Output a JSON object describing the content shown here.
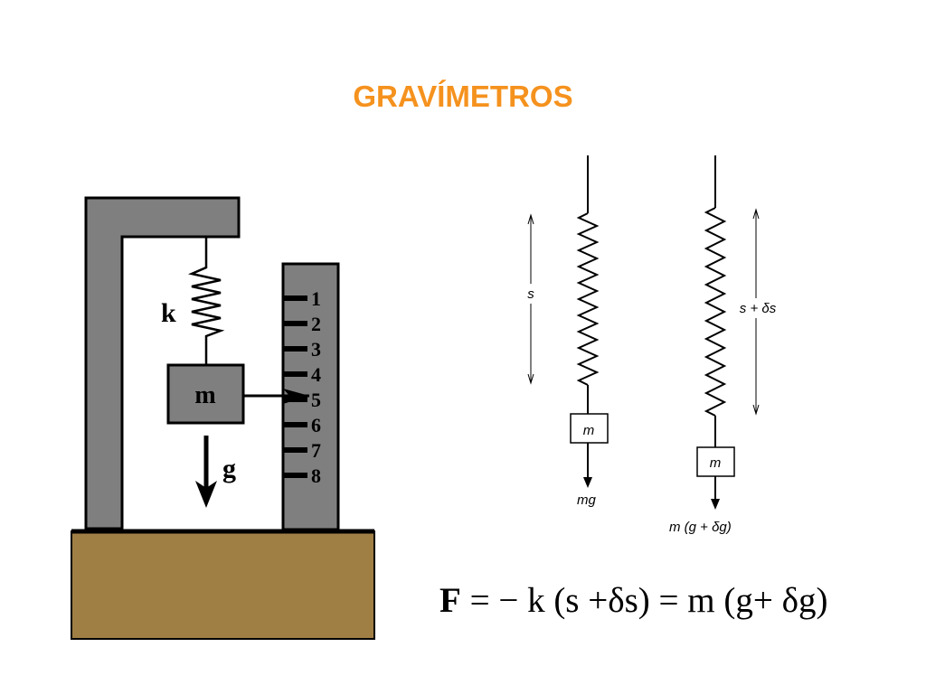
{
  "title": "GRAVÍMETROS",
  "colors": {
    "title": "#f5921e",
    "frame": "#7f7f7f",
    "ground": "#a07f44",
    "ink": "#000000"
  },
  "left_diagram": {
    "spring_label": "k",
    "mass_label": "m",
    "gravity_label": "g",
    "scale_marks": [
      "1",
      "2",
      "3",
      "4",
      "5",
      "6",
      "7",
      "8"
    ]
  },
  "right_diagram": {
    "left_length_label": "s",
    "right_length_label": "s + δs",
    "left_mass_label": "m",
    "right_mass_label": "m",
    "left_force_label": "mg",
    "right_force_label": "m (g + δg)"
  },
  "formula": {
    "lhs": "F",
    "rhs": " = − k (s +δs) = m (g+ δg)"
  }
}
